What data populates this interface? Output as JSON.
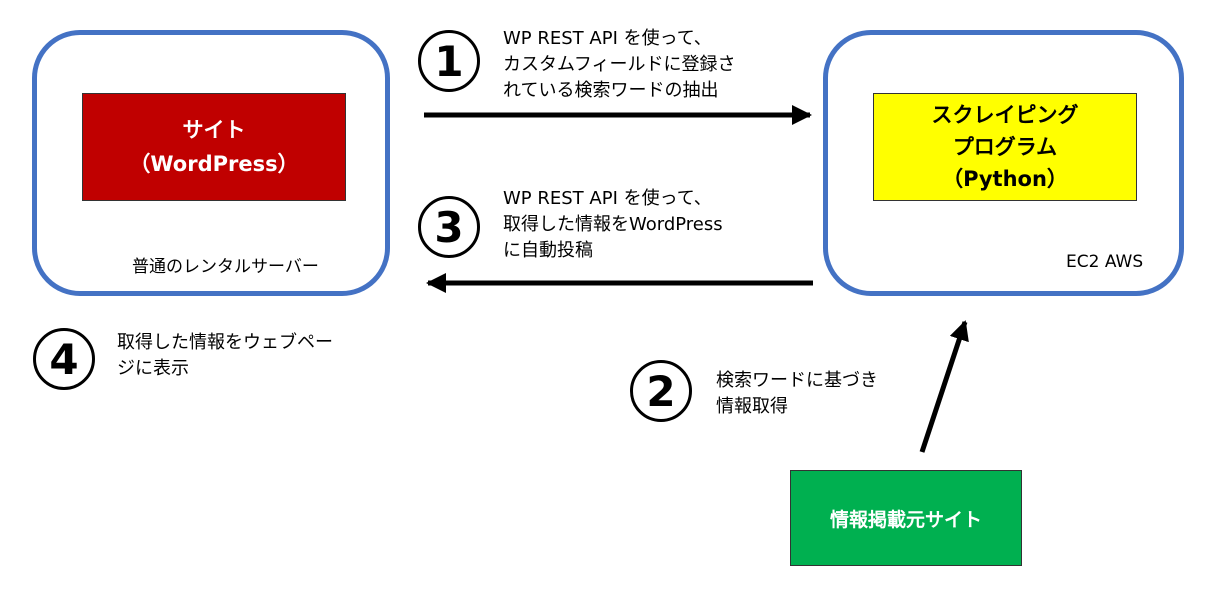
{
  "left_server": {
    "site_box": {
      "line1": "サイト",
      "line2": "（WordPress）",
      "color": "#c00000"
    },
    "label": "普通のレンタルサーバー"
  },
  "right_server": {
    "program_box": {
      "line1": "スクレイピング",
      "line2": "プログラム",
      "line3": "（Python）",
      "color": "#ffff00"
    },
    "label": "EC2 AWS"
  },
  "source_site": {
    "label": "情報掲載元サイト",
    "color": "#00b050"
  },
  "container_border_color": "#4472c4",
  "steps": {
    "step1": {
      "number": "1",
      "lines": [
        "WP REST API を使って、",
        "カスタムフィールドに登録さ",
        "れている検索ワードの抽出"
      ]
    },
    "step2": {
      "number": "2",
      "lines": [
        "検索ワードに基づき",
        "情報取得"
      ]
    },
    "step3": {
      "number": "3",
      "lines": [
        "WP REST API を使って、",
        "取得した情報をWordPress",
        "に自動投稿"
      ]
    },
    "step4": {
      "number": "4",
      "lines": [
        "取得した情報をウェブペー",
        "ジに表示"
      ]
    }
  }
}
